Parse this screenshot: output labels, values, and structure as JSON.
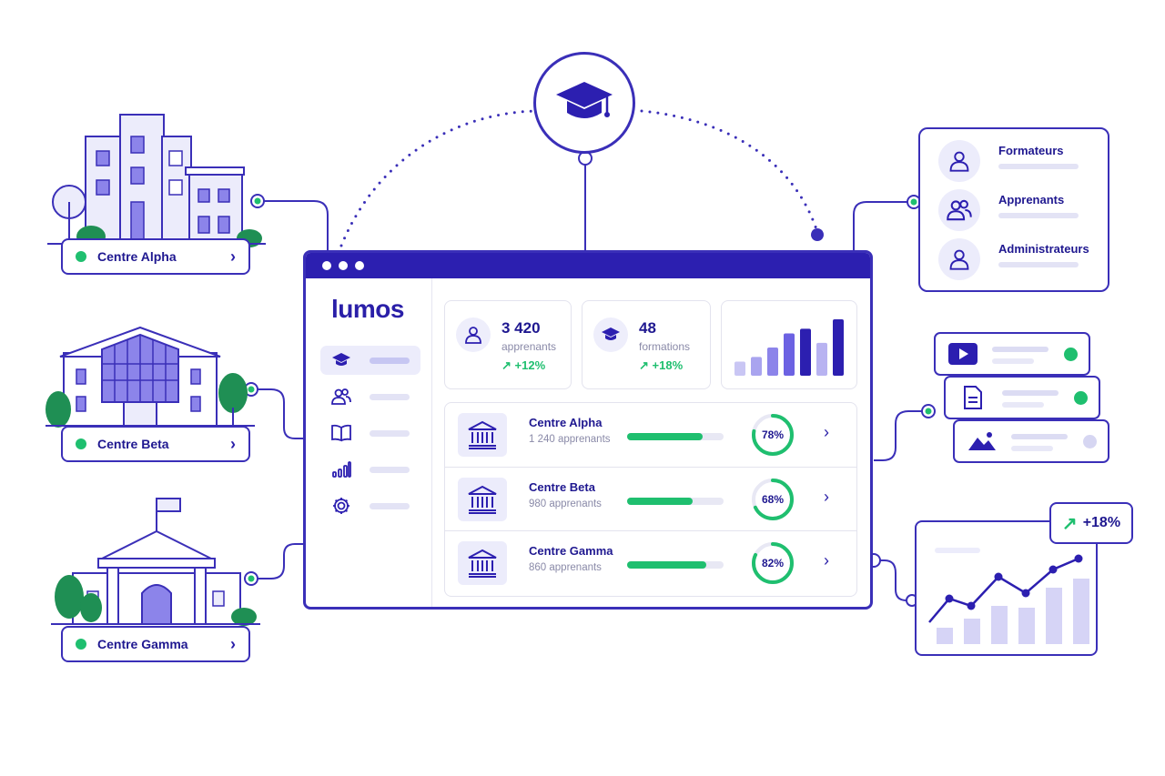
{
  "app": {
    "logo": "lumos"
  },
  "centres_panel": [
    {
      "label": "Centre Alpha"
    },
    {
      "label": "Centre Beta"
    },
    {
      "label": "Centre Gamma"
    }
  ],
  "stats": [
    {
      "value": "3 420",
      "label": "apprenants",
      "trend": "+12%",
      "icon": "user-icon"
    },
    {
      "value": "48",
      "label": "formations",
      "trend": "+18%",
      "icon": "graduation-cap-icon"
    }
  ],
  "mini_bar_chart": {
    "values": [
      3,
      4,
      6,
      9,
      10,
      7,
      12
    ]
  },
  "centres_table": [
    {
      "name": "Centre Alpha",
      "learners": "1 240 apprenants",
      "progress": 0.78,
      "percent": "78%"
    },
    {
      "name": "Centre Beta",
      "learners": "980 apprenants",
      "progress": 0.68,
      "percent": "68%"
    },
    {
      "name": "Centre Gamma",
      "learners": "860 apprenants",
      "progress": 0.82,
      "percent": "82%"
    }
  ],
  "roles": [
    {
      "label": "Formateurs",
      "icon": "user-icon"
    },
    {
      "label": "Apprenants",
      "icon": "users-icon"
    },
    {
      "label": "Administrateurs",
      "icon": "user-icon"
    }
  ],
  "media": [
    {
      "icon": "video-play-icon",
      "status_color": "#1fbf6f"
    },
    {
      "icon": "document-icon",
      "status_color": "#1fbf6f"
    },
    {
      "icon": "image-icon",
      "status_color": "#d6d6f2"
    }
  ],
  "growth": {
    "badge": "+18%"
  },
  "colors": {
    "primary": "#2c1fb0",
    "accent": "#1fbf6f",
    "soft": "#ececfb"
  },
  "nav_icons": [
    "graduation-cap-icon",
    "users-icon",
    "book-icon",
    "bar-chart-icon",
    "gear-icon"
  ]
}
